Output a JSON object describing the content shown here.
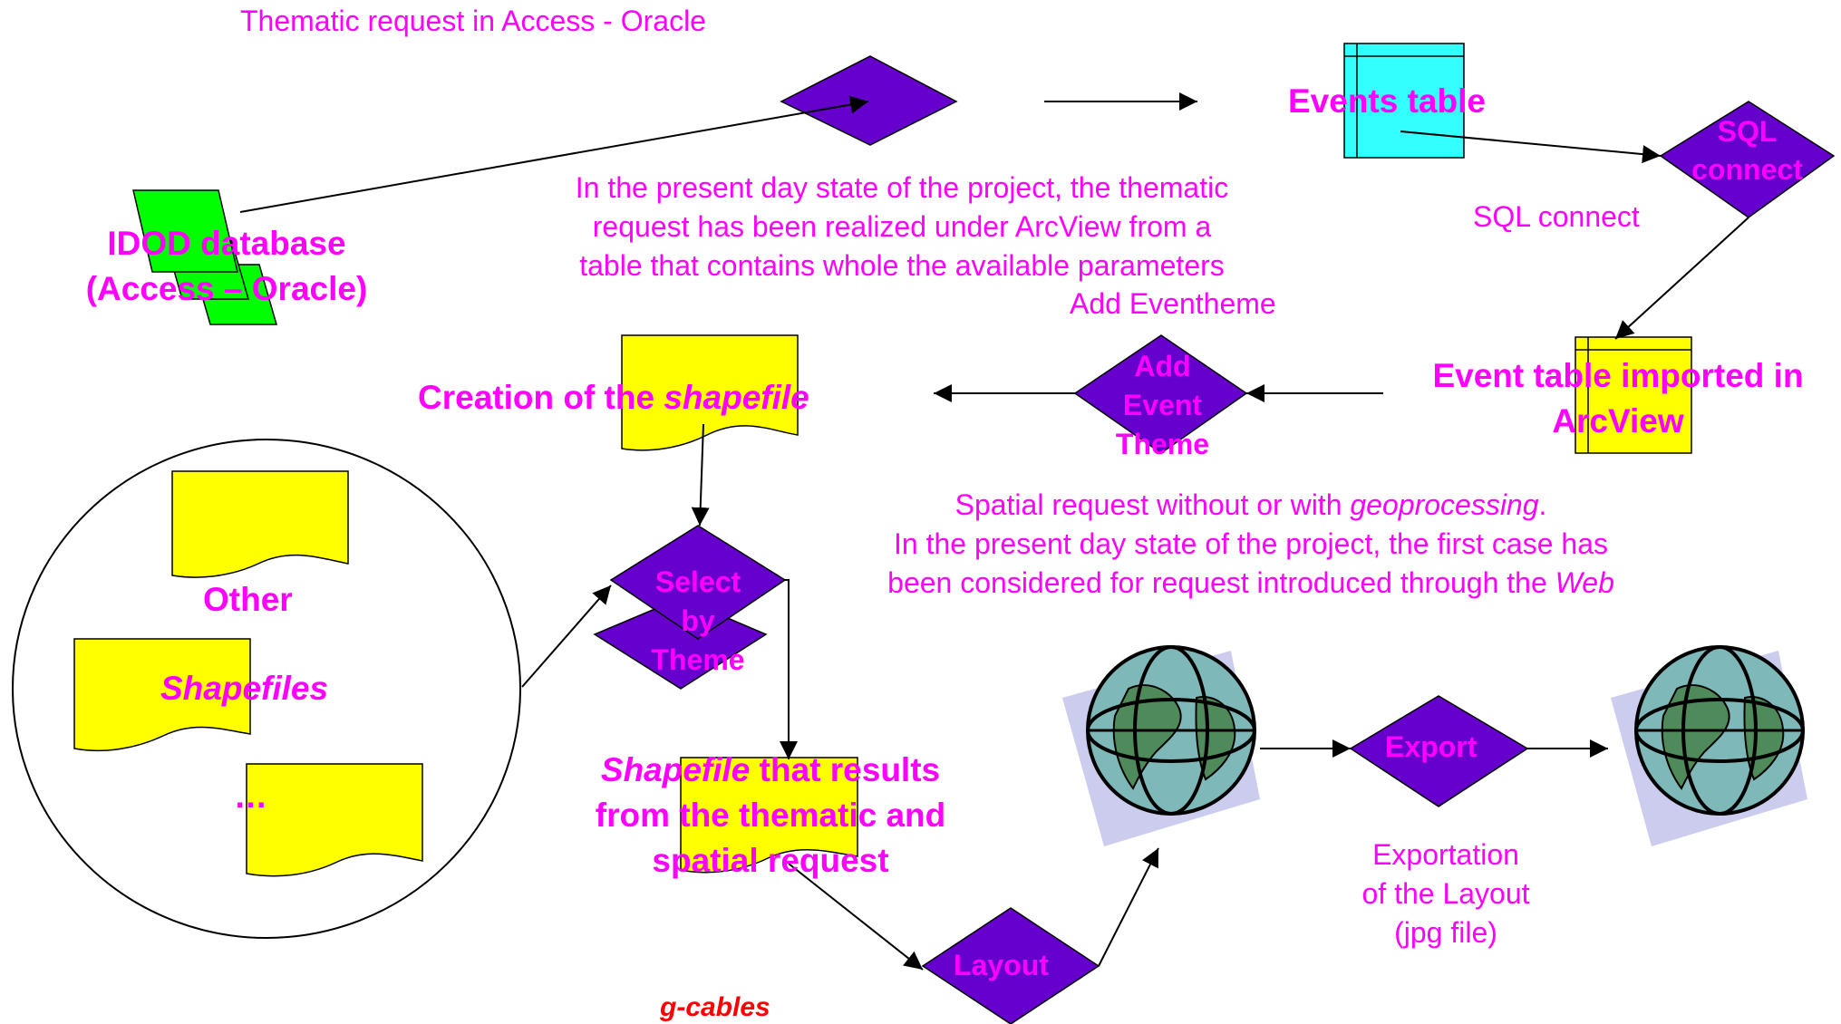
{
  "labels": {
    "thematic_request": "Thematic request in Access - Oracle",
    "thematic_note": [
      "In the present day state of the project, the thematic",
      "request has been realized under ArcView from a",
      "table that contains whole the available parameters"
    ],
    "idod_db": [
      "IDOD database",
      "(Access – Oracle)"
    ],
    "events_table": "Events table",
    "sql_connect_shape": [
      "SQL",
      "connect"
    ],
    "sql_connect_note": "SQL connect",
    "add_eventheme": "Add Eventheme",
    "add_event_theme_shape": [
      "Add",
      "Event",
      "Theme"
    ],
    "event_table_imported": [
      "Event table imported in",
      "ArcView"
    ],
    "creation_prefix": "Creation of the ",
    "creation_italic": "shapefile",
    "spatial_note_1a": "Spatial request without or with ",
    "spatial_note_1b": "geoprocessing",
    "spatial_note_1c": ".",
    "spatial_note_2": "In the present day state of the project, the first case has",
    "spatial_note_3a": "been considered for request introduced through the ",
    "spatial_note_3b": "Web",
    "select_by_theme": [
      "Select",
      "by",
      "Theme"
    ],
    "other": "Other",
    "shapefiles": "Shapefiles",
    "ellipsis": "…",
    "result_italic": "Shapefile",
    "result_rest": " that results",
    "result_line2": "from the thematic and",
    "result_line3": "spatial request",
    "export": "Export",
    "exportation_note": [
      "Exportation",
      "of the Layout",
      "(jpg file)"
    ],
    "layout": "Layout",
    "credit": "g-cables"
  },
  "colors": {
    "text": "#ff00ff",
    "diamond": "#6600cc",
    "database": "#00ff00",
    "table": "#33ffff",
    "document": "#ffff00",
    "credit": "#ff0000",
    "globe_shadow": "#ccccee"
  }
}
